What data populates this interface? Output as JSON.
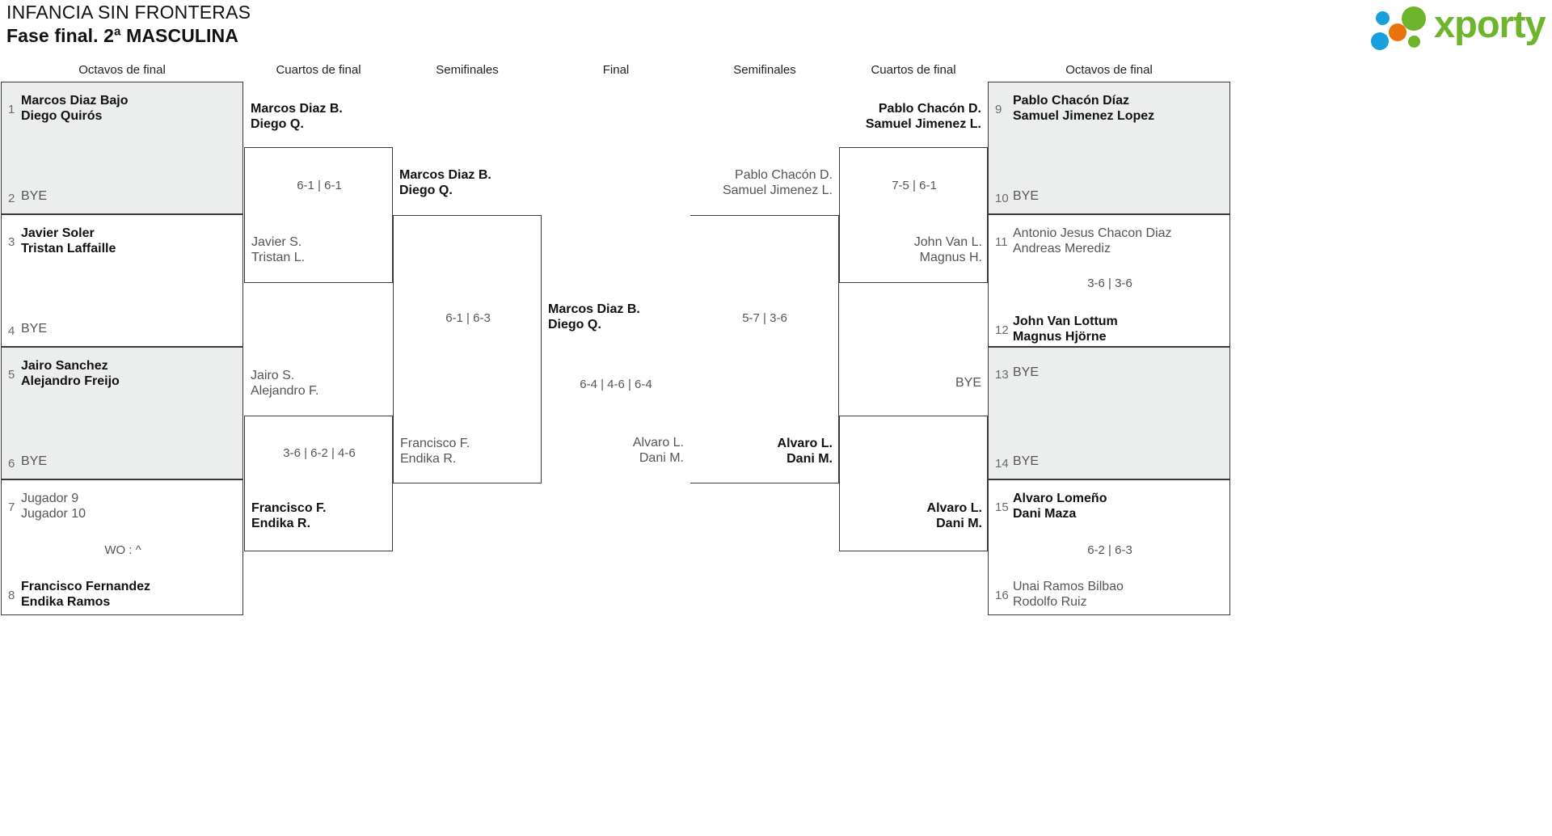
{
  "header": {
    "org": "INFANCIA SIN FRONTERAS",
    "phase": "Fase final. 2ª MASCULINA",
    "logo_text": "xporty",
    "logo_colors": {
      "green": "#6cb52d",
      "blue": "#17a0db",
      "orange": "#e8730c"
    }
  },
  "round_headers": {
    "left_r16": "Octavos de final",
    "left_qf": "Cuartos de final",
    "left_sf": "Semifinales",
    "final": "Final",
    "right_sf": "Semifinales",
    "right_qf": "Cuartos de final",
    "right_r16": "Octavos de final"
  },
  "bracket": {
    "left_r16": [
      {
        "seed": "1",
        "line1": "Marcos Diaz Bajo",
        "line2": "Diego Quirós",
        "state": "win",
        "shaded": true
      },
      {
        "seed": "2",
        "line1": "BYE",
        "line2": "",
        "state": "bye",
        "shaded": true
      },
      {
        "seed": "3",
        "line1": "Javier Soler",
        "line2": "Tristan Laffaille",
        "state": "win",
        "shaded": false
      },
      {
        "seed": "4",
        "line1": "BYE",
        "line2": "",
        "state": "bye",
        "shaded": false
      },
      {
        "seed": "5",
        "line1": "Jairo Sanchez",
        "line2": "Alejandro Freijo",
        "state": "win",
        "shaded": true
      },
      {
        "seed": "6",
        "line1": "BYE",
        "line2": "",
        "state": "bye",
        "shaded": true
      },
      {
        "seed": "7",
        "line1": "Jugador 9",
        "line2": "Jugador 10",
        "state": "lose",
        "shaded": false
      },
      {
        "seed": "8",
        "line1": "Francisco Fernandez",
        "line2": "Endika Ramos",
        "state": "win",
        "shaded": false
      }
    ],
    "left_r16_scores": [
      {
        "text": ""
      },
      {
        "text": ""
      },
      {
        "text": ""
      },
      {
        "text": "WO : ^"
      }
    ],
    "left_qf": [
      {
        "line1": "Marcos Diaz B.",
        "line2": "Diego Q.",
        "state": "win"
      },
      {
        "line1": "Javier S.",
        "line2": "Tristan L.",
        "state": "lose"
      },
      {
        "line1": "Jairo S.",
        "line2": "Alejandro F.",
        "state": "lose"
      },
      {
        "line1": "Francisco F.",
        "line2": "Endika R.",
        "state": "win"
      }
    ],
    "left_qf_scores": [
      {
        "text": "6-1 | 6-1"
      },
      {
        "text": "3-6 | 6-2 | 4-6"
      }
    ],
    "left_sf": [
      {
        "line1": "Marcos Diaz B.",
        "line2": "Diego Q.",
        "state": "win"
      },
      {
        "line1": "Francisco F.",
        "line2": "Endika R.",
        "state": "lose"
      }
    ],
    "left_sf_scores": [
      {
        "text": "6-1 | 6-3"
      }
    ],
    "final": [
      {
        "line1": "Marcos Diaz B.",
        "line2": "Diego Q.",
        "state": "win"
      },
      {
        "line1": "Alvaro L.",
        "line2": "Dani M.",
        "state": "lose"
      }
    ],
    "final_scores": [
      {
        "text": "6-4 | 4-6 | 6-4"
      }
    ],
    "right_sf": [
      {
        "line1": "Pablo Chacón D.",
        "line2": "Samuel Jimenez L.",
        "state": "lose"
      },
      {
        "line1": "Alvaro L.",
        "line2": "Dani M.",
        "state": "win"
      }
    ],
    "right_sf_scores": [
      {
        "text": "5-7 | 3-6"
      }
    ],
    "right_qf": [
      {
        "line1": "Pablo Chacón D.",
        "line2": "Samuel Jimenez L.",
        "state": "win"
      },
      {
        "line1": "John Van L.",
        "line2": "Magnus H.",
        "state": "lose"
      },
      {
        "line1": "BYE",
        "line2": "",
        "state": "bye"
      },
      {
        "line1": "Alvaro L.",
        "line2": "Dani M.",
        "state": "win"
      }
    ],
    "right_qf_scores": [
      {
        "text": "7-5 | 6-1"
      },
      {
        "text": ""
      }
    ],
    "right_r16": [
      {
        "seed": "9",
        "line1": "Pablo Chacón Díaz",
        "line2": "Samuel Jimenez Lopez",
        "state": "win",
        "shaded": true
      },
      {
        "seed": "10",
        "line1": "BYE",
        "line2": "",
        "state": "bye",
        "shaded": true
      },
      {
        "seed": "11",
        "line1": "Antonio Jesus Chacon Diaz",
        "line2": "Andreas Merediz",
        "state": "lose",
        "shaded": false
      },
      {
        "seed": "12",
        "line1": "John Van Lottum",
        "line2": "Magnus Hjörne",
        "state": "win",
        "shaded": false
      },
      {
        "seed": "13",
        "line1": "BYE",
        "line2": "",
        "state": "bye",
        "shaded": true
      },
      {
        "seed": "14",
        "line1": "BYE",
        "line2": "",
        "state": "bye",
        "shaded": true
      },
      {
        "seed": "15",
        "line1": "Alvaro Lomeño",
        "line2": "Dani Maza",
        "state": "win",
        "shaded": false
      },
      {
        "seed": "16",
        "line1": "Unai Ramos Bilbao",
        "line2": "Rodolfo Ruiz",
        "state": "lose",
        "shaded": false
      }
    ],
    "right_r16_scores": [
      {
        "text": ""
      },
      {
        "text": "3-6 | 3-6"
      },
      {
        "text": ""
      },
      {
        "text": "6-2 | 6-3"
      }
    ]
  }
}
